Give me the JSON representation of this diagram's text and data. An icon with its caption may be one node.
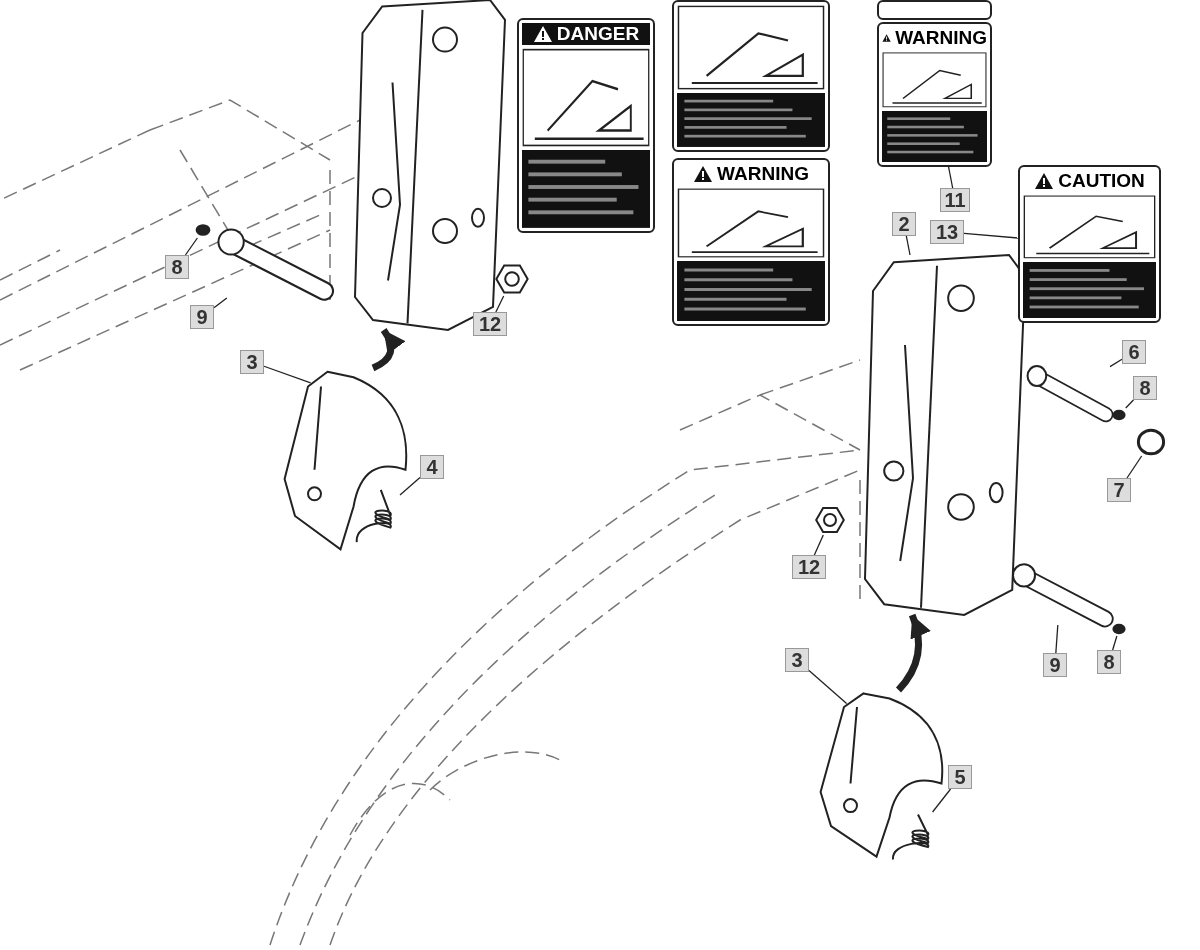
{
  "diagram": {
    "nodes": [
      {
        "text": [],
        "shape": "picture"
      },
      {
        "text": [
          "DANGER"
        ]
      },
      {
        "text": [],
        "shape": "box"
      },
      {
        "text": [
          "WARNING"
        ]
      },
      {
        "text": [],
        "shape": "box"
      },
      {
        "text": [
          "WARNING"
        ]
      },
      {
        "text": [
          "CAUTION"
        ]
      },
      {
        "text": [
          "11"
        ]
      },
      {
        "text": [
          "2"
        ]
      },
      {
        "text": [
          "13"
        ]
      },
      {
        "text": [
          "8"
        ]
      },
      {
        "text": [
          "9"
        ]
      },
      {
        "text": [],
        "shape": "circle"
      },
      {
        "text": [],
        "shape": "picture"
      },
      {
        "text": [],
        "shape": "picture"
      },
      {
        "text": [
          "12"
        ]
      },
      {
        "text": [
          "3"
        ]
      },
      {
        "text": [],
        "shape": "picture"
      },
      {
        "text": [
          "4"
        ]
      },
      {
        "text": [],
        "shape": "picture"
      },
      {
        "text": [],
        "shape": "picture"
      },
      {
        "text": [],
        "shape": "picture"
      },
      {
        "text": [
          "6"
        ]
      },
      {
        "text": [
          "8"
        ]
      },
      {
        "text": [],
        "shape": "circle"
      },
      {
        "text": [],
        "shape": "circle"
      },
      {
        "text": [
          "7"
        ]
      },
      {
        "text": [],
        "shape": "picture"
      },
      {
        "text": [
          "12"
        ]
      },
      {
        "text": [],
        "shape": "picture"
      },
      {
        "text": [
          "9"
        ]
      },
      {
        "text": [
          "8"
        ]
      },
      {
        "text": [],
        "shape": "circle"
      },
      {
        "text": [
          "3"
        ]
      },
      {
        "text": [],
        "shape": "picture"
      },
      {
        "text": [
          "5"
        ]
      },
      {
        "text": [],
        "shape": "picture"
      }
    ],
    "edges": [
      {
        "from": 10,
        "to": 12,
        "arrow": "none"
      },
      {
        "from": 11,
        "to": 13,
        "arrow": "none"
      },
      {
        "from": 15,
        "to": 14,
        "arrow": "none"
      },
      {
        "from": 16,
        "to": 17,
        "arrow": "none"
      },
      {
        "from": 18,
        "to": 19,
        "arrow": "none"
      },
      {
        "from": 17,
        "to": 0,
        "arrow": "to",
        "style": "thick"
      },
      {
        "from": 7,
        "to": 5,
        "arrow": "none"
      },
      {
        "from": 8,
        "to": 20,
        "arrow": "none"
      },
      {
        "from": 9,
        "to": 6,
        "arrow": "none"
      },
      {
        "from": 22,
        "to": 21,
        "arrow": "none"
      },
      {
        "from": 23,
        "to": 24,
        "arrow": "none"
      },
      {
        "from": 26,
        "to": 25,
        "arrow": "none"
      },
      {
        "from": 28,
        "to": 27,
        "arrow": "none"
      },
      {
        "from": 30,
        "to": 29,
        "arrow": "none"
      },
      {
        "from": 31,
        "to": 32,
        "arrow": "none"
      },
      {
        "from": 33,
        "to": 34,
        "arrow": "none"
      },
      {
        "from": 35,
        "to": 36,
        "arrow": "none"
      },
      {
        "from": 34,
        "to": 20,
        "arrow": "to",
        "style": "thick"
      }
    ]
  }
}
